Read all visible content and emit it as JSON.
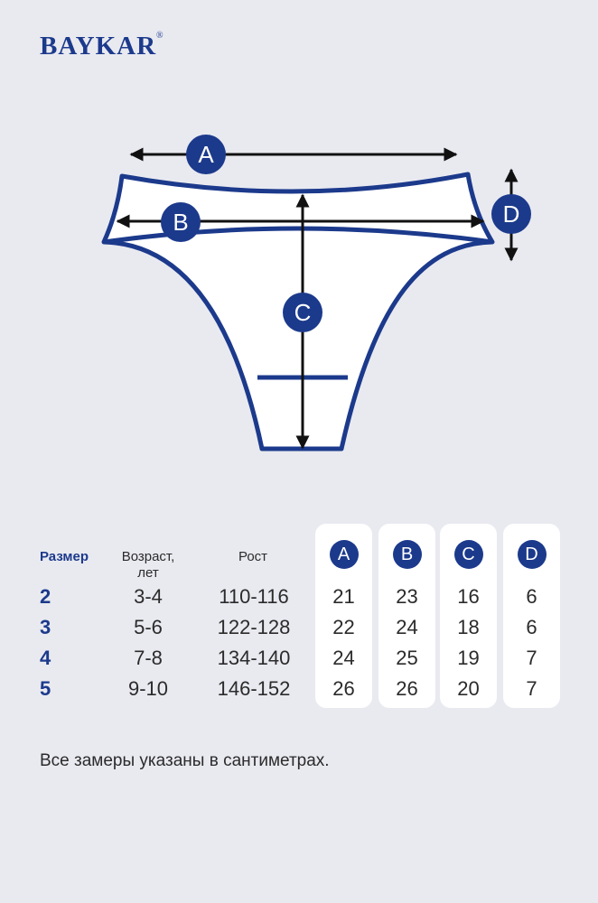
{
  "brand": {
    "name": "BAYKAR",
    "mark": "®"
  },
  "diagram": {
    "labels": {
      "a": "A",
      "b": "B",
      "c": "C",
      "d": "D"
    }
  },
  "table": {
    "headers": {
      "size": "Размер",
      "age_line1": "Возраст,",
      "age_line2": "лет",
      "height": "Рост",
      "a": "A",
      "b": "B",
      "c": "C",
      "d": "D"
    },
    "rows": [
      {
        "size": "2",
        "age": "3-4",
        "height": "110-116",
        "a": "21",
        "b": "23",
        "c": "16",
        "d": "6"
      },
      {
        "size": "3",
        "age": "5-6",
        "height": "122-128",
        "a": "22",
        "b": "24",
        "c": "18",
        "d": "6"
      },
      {
        "size": "4",
        "age": "7-8",
        "height": "134-140",
        "a": "24",
        "b": "25",
        "c": "19",
        "d": "7"
      },
      {
        "size": "5",
        "age": "9-10",
        "height": "146-152",
        "a": "26",
        "b": "26",
        "c": "20",
        "d": "7"
      }
    ]
  },
  "note": "Все замеры указаны в сантиметрах.",
  "colors": {
    "accent": "#1c3a8c",
    "background": "#e9eaf0",
    "card": "#ffffff",
    "text": "#2b2b2b"
  }
}
